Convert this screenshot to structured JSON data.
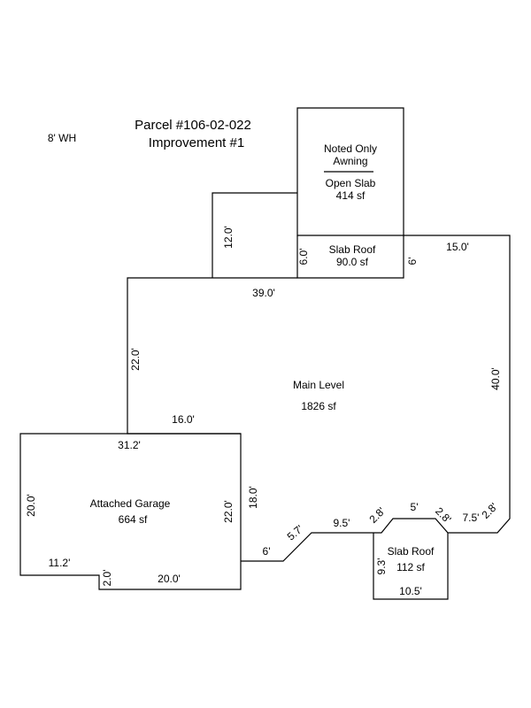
{
  "header": {
    "parcel": "Parcel #106-02-022",
    "improvement": "Improvement #1",
    "note": "8' WH"
  },
  "areas": {
    "awning": {
      "line1": "Noted Only",
      "line2": "Awning",
      "line3": "Open Slab",
      "area": "414 sf"
    },
    "slab_roof_top": {
      "label": "Slab Roof",
      "area": "90.0 sf"
    },
    "main": {
      "label": "Main Level",
      "area": "1826 sf"
    },
    "garage": {
      "label": "Attached Garage",
      "area": "664 sf"
    },
    "slab_roof_bottom": {
      "label": "Slab Roof",
      "area": "112 sf"
    }
  },
  "dimensions": {
    "d_12_0": "12.0'",
    "d_6_0": "6.0'",
    "d_6_top": "6'",
    "d_15_0": "15.0'",
    "d_39_0": "39.0'",
    "d_22_0_left": "22.0'",
    "d_40_0": "40.0'",
    "d_16_0": "16.0'",
    "d_31_2": "31.2'",
    "d_18_0": "18.0'",
    "d_22_0_garage": "22.0'",
    "d_20_0_left": "20.0'",
    "d_11_2": "11.2'",
    "d_2_0": "2.0'",
    "d_20_0_bottom": "20.0'",
    "d_6_bottom": "6'",
    "d_5_7": "5.7'",
    "d_9_5": "9.5'",
    "d_2_8_a": "2.8'",
    "d_5": "5'",
    "d_2_8_b": "2.8'",
    "d_7_5": "7.5'",
    "d_2_8_c": "2.8'",
    "d_9_3": "9.3'",
    "d_10_5": "10.5'"
  }
}
